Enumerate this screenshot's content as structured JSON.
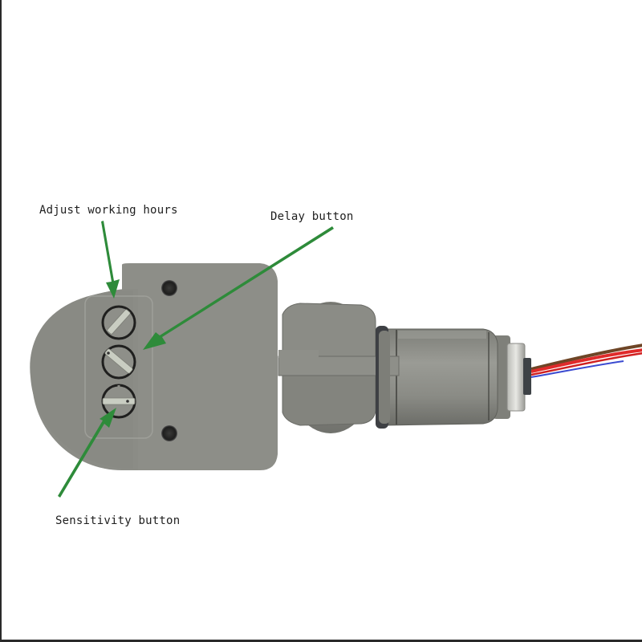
{
  "image": {
    "subject": "PIR motion sensor switch with adjustable knobs",
    "background_color": "#ffffff",
    "border_color": "#2a2a2a"
  },
  "annotations": [
    {
      "id": "working-hours",
      "label": "Adjust working hours",
      "target": "top knob",
      "arrow_color": "#2e8b3a"
    },
    {
      "id": "delay",
      "label": "Delay button",
      "target": "middle knob",
      "arrow_color": "#2e8b3a"
    },
    {
      "id": "sensitivity",
      "label": "Sensitivity button",
      "target": "bottom knob",
      "arrow_color": "#2e8b3a"
    }
  ],
  "device": {
    "housing_color": "#8c8d87",
    "knobs": [
      {
        "name": "working-hours-knob",
        "position": "top"
      },
      {
        "name": "delay-knob",
        "position": "middle"
      },
      {
        "name": "sensitivity-knob",
        "position": "bottom"
      }
    ],
    "wires": [
      {
        "color": "#7a4a2a",
        "name": "brown"
      },
      {
        "color": "#e02a2a",
        "name": "red"
      },
      {
        "color": "#3a4ad0",
        "name": "blue"
      }
    ]
  }
}
